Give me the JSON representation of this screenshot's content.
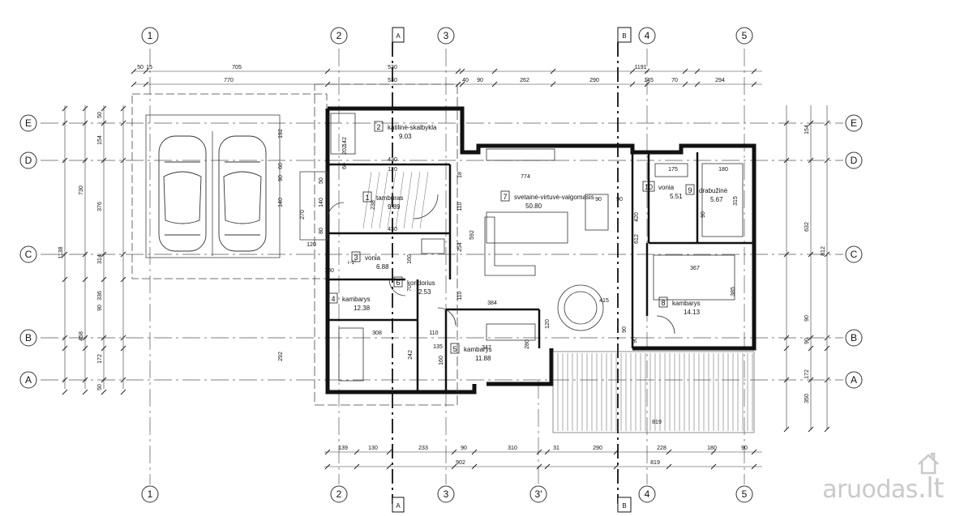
{
  "grid": {
    "columns": [
      "1",
      "2",
      "3",
      "3'",
      "4",
      "5"
    ],
    "rows": [
      "E",
      "D",
      "C",
      "B",
      "A"
    ],
    "sections": [
      "A",
      "B"
    ]
  },
  "dimensions": {
    "top_row1": [
      "50",
      "15",
      "705",
      "530",
      "1191"
    ],
    "top_row2": [
      "770",
      "530",
      "40",
      "90",
      "262",
      "290",
      "145",
      "70",
      "294"
    ],
    "left_outer": "1138",
    "left_mid": [
      "730",
      "336",
      "458"
    ],
    "left_inner": [
      "50",
      "154",
      "376",
      "314",
      "90",
      "172",
      "50"
    ],
    "left_walls": [
      "192",
      "60",
      "90",
      "140",
      "270",
      "292"
    ],
    "right_outer": "812",
    "right_mid": [
      "632",
      "350"
    ],
    "right_inner": [
      "154",
      "90",
      "90",
      "172"
    ],
    "bottom_row1": [
      "139",
      "130",
      "233",
      "90",
      "310",
      "31",
      "290",
      "228",
      "180",
      "90"
    ],
    "bottom_row2": [
      "902",
      "819"
    ],
    "interior": [
      "430",
      "120",
      "774",
      "430",
      "90",
      "90",
      "175",
      "180",
      "142",
      "202",
      "18",
      "238",
      "110",
      "592",
      "254",
      "160",
      "110",
      "70",
      "384",
      "415",
      "420",
      "612",
      "367",
      "385",
      "308",
      "110",
      "347",
      "135",
      "160",
      "242",
      "280",
      "120",
      "819",
      "100",
      "120",
      "80",
      "140",
      "50",
      "90",
      "315",
      "60",
      "90",
      "90"
    ]
  },
  "rooms": [
    {
      "num": "2",
      "name": "katilinė-skalbykla",
      "area": "9.03"
    },
    {
      "num": "1",
      "name": "tambūras",
      "area": "9.89"
    },
    {
      "num": "3",
      "name": "vonia",
      "area": "6.88"
    },
    {
      "num": "4",
      "name": "kambarys",
      "area": "12.38"
    },
    {
      "num": "6",
      "name": "koridorius",
      "area": "2.53"
    },
    {
      "num": "5",
      "name": "kambarys",
      "area": "11.88"
    },
    {
      "num": "7",
      "name": "svetainė-virtuvė-valgomasis",
      "area": "50.80"
    },
    {
      "num": "10",
      "name": "vonia",
      "area": "5.51"
    },
    {
      "num": "9",
      "name": "drabužinė",
      "area": "5.67"
    },
    {
      "num": "8",
      "name": "kambarys",
      "area": "14.13"
    }
  ],
  "slope_note": "i~1°",
  "watermark": {
    "text": "aruodas",
    "suffix": ".lt"
  },
  "colors": {
    "line": "#222222",
    "wall": "#1a1a1a",
    "axis": "#333333",
    "watermark": "#c9c9c9"
  }
}
